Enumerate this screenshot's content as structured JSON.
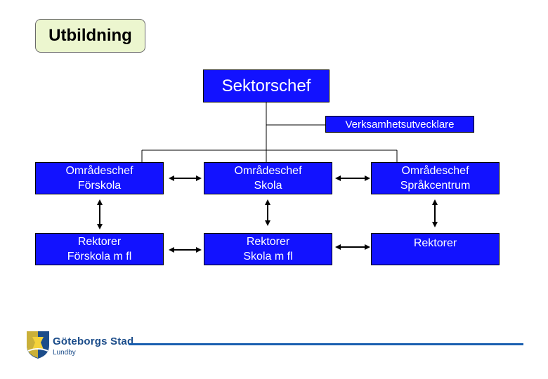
{
  "header": {
    "title": "Utbildning"
  },
  "org": {
    "chief": "Sektorschef",
    "advisor": "Verksamhetsutvecklare",
    "units": [
      {
        "line1": "Områdeschef",
        "line2": "Förskola"
      },
      {
        "line1": "Områdeschef",
        "line2": "Skola"
      },
      {
        "line1": "Områdeschef",
        "line2": "Språkcentrum"
      }
    ],
    "principals": [
      {
        "line1": "Rektorer",
        "line2": "Förskola m fl"
      },
      {
        "line1": "Rektorer",
        "line2": "Skola m fl"
      },
      {
        "line1": "Rektorer",
        "line2": ""
      }
    ]
  },
  "footer": {
    "logo_name": "Göteborgs Stad",
    "logo_sub": "Lundby"
  },
  "colors": {
    "box": "#1212ff",
    "tag_bg": "#ecf6cf",
    "rule": "#1a5fb0"
  }
}
